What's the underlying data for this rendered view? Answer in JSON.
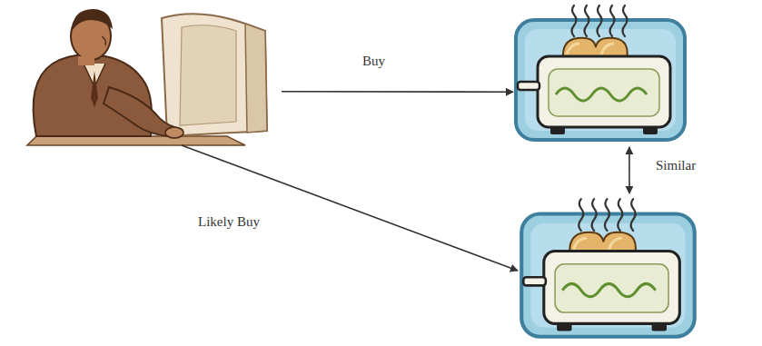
{
  "diagram": {
    "nodes": [
      {
        "text": []
      },
      {
        "text": []
      },
      {
        "text": []
      }
    ],
    "edges": [
      {
        "from": 0,
        "to": 1,
        "arrow": "to",
        "label": "Buy"
      },
      {
        "from": 0,
        "to": 2,
        "arrow": "to",
        "label": "Likely Buy"
      },
      {
        "from": 1,
        "to": 2,
        "arrow": "both",
        "label": "Similar"
      }
    ]
  }
}
